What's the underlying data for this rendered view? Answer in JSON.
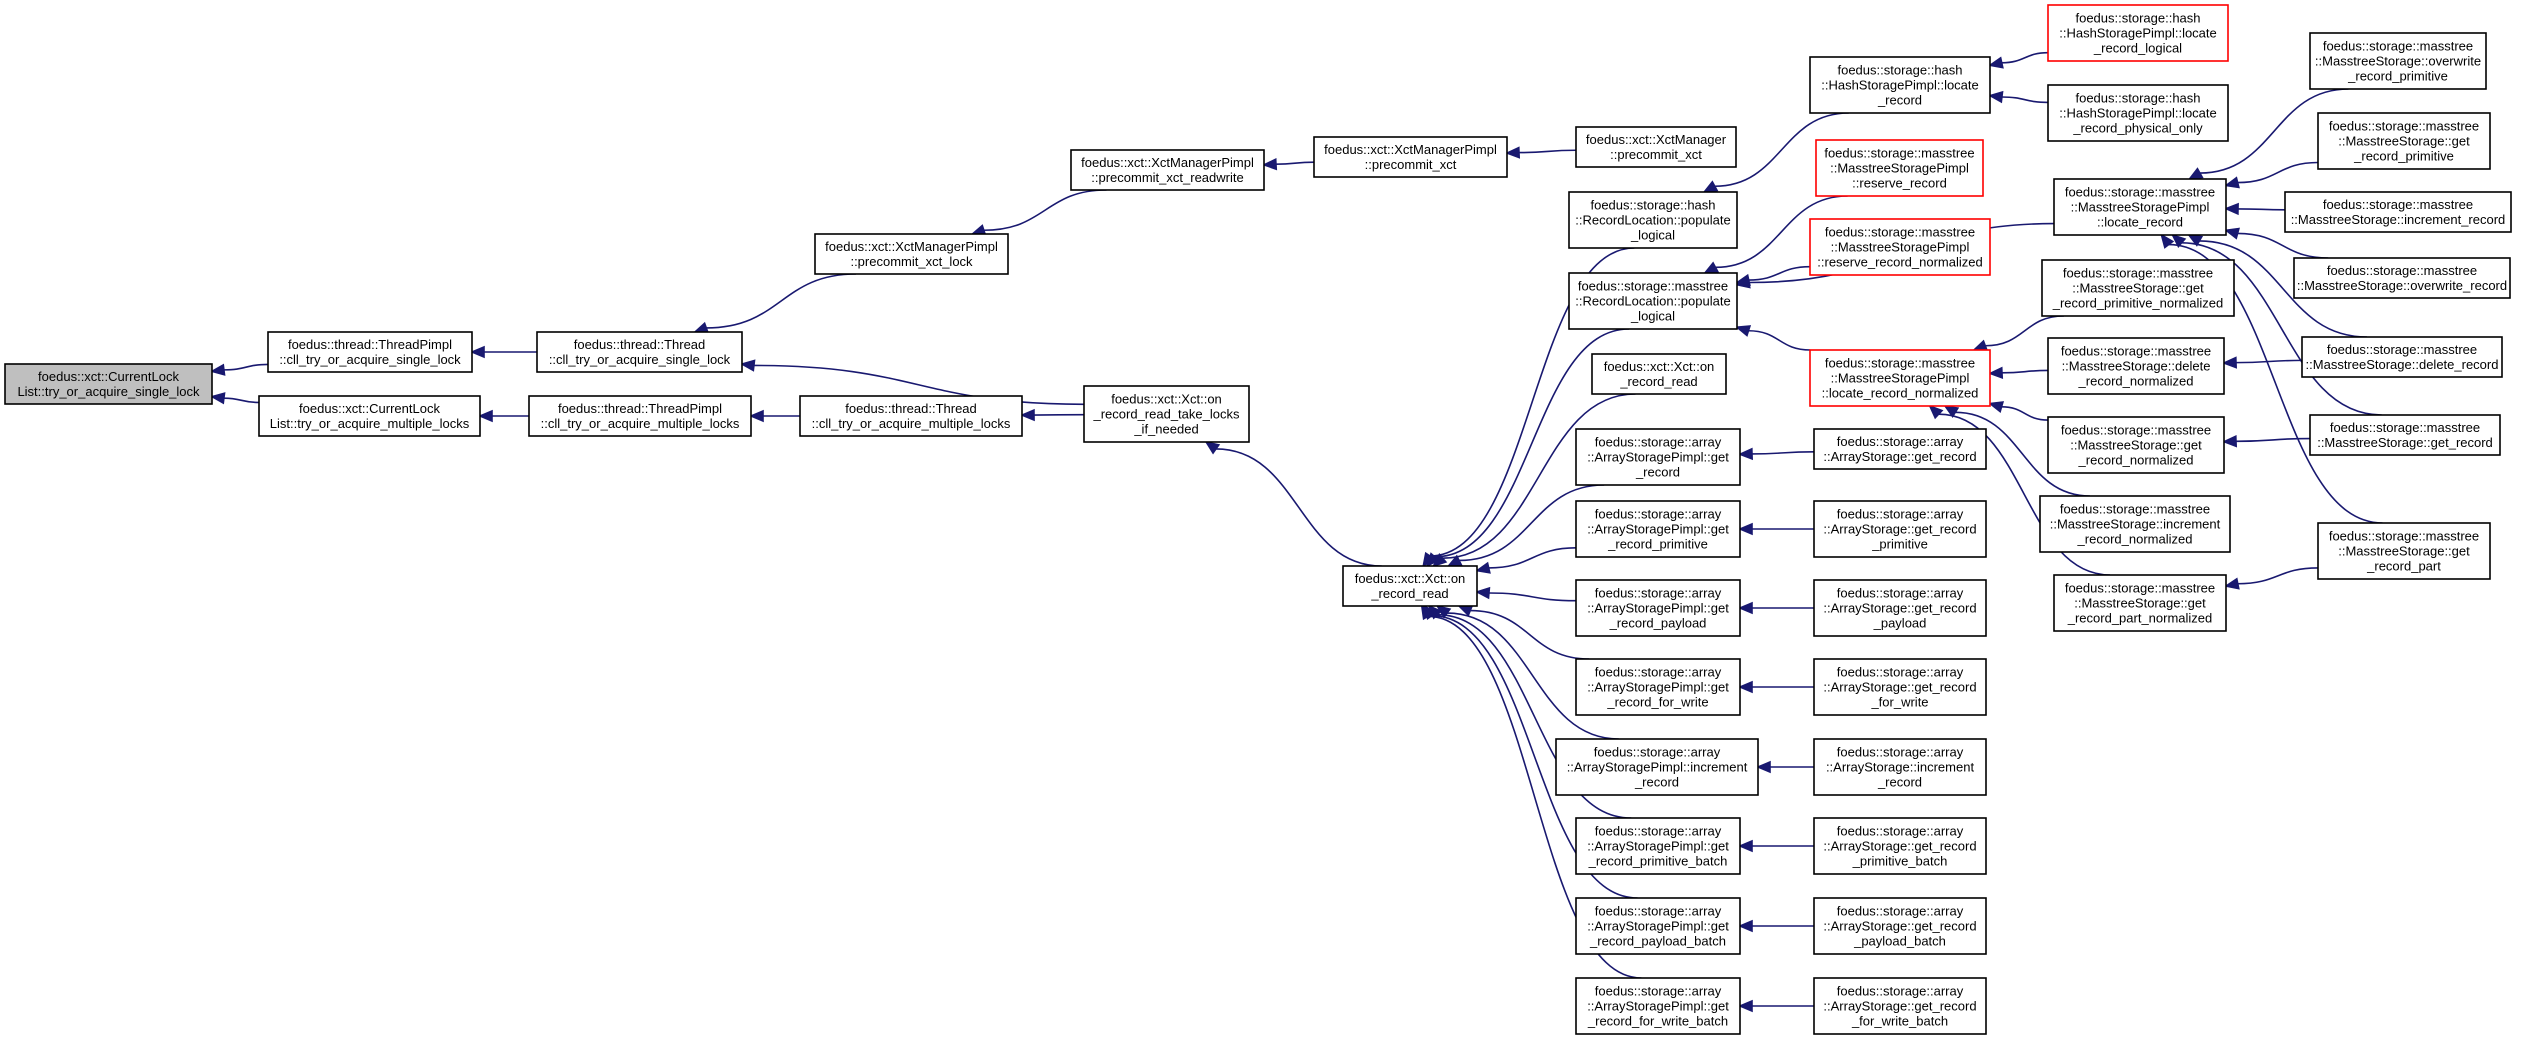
{
  "colors": {
    "edge": "#191970",
    "node_border": "#000000",
    "node_border_highlight": "#ff0000",
    "root_fill": "#bfbfbf",
    "node_fill": "#ffffff"
  },
  "nodes": {
    "root": [
      "foedus::xct::CurrentLock",
      "List::try_or_acquire_single_lock"
    ],
    "tp_cll_single": [
      "foedus::thread::ThreadPimpl",
      "::cll_try_or_acquire_single_lock"
    ],
    "cl_multiple": [
      "foedus::xct::CurrentLock",
      "List::try_or_acquire_multiple_locks"
    ],
    "t_cll_single": [
      "foedus::thread::Thread",
      "::cll_try_or_acquire_single_lock"
    ],
    "tp_cll_multiple": [
      "foedus::thread::ThreadPimpl",
      "::cll_try_or_acquire_multiple_locks"
    ],
    "t_cll_multiple": [
      "foedus::thread::Thread",
      "::cll_try_or_acquire_multiple_locks"
    ],
    "xmp_precommit_lock": [
      "foedus::xct::XctManagerPimpl",
      "::precommit_xct_lock"
    ],
    "xmp_precommit_rw": [
      "foedus::xct::XctManagerPimpl",
      "::precommit_xct_readwrite"
    ],
    "xmp_precommit": [
      "foedus::xct::XctManagerPimpl",
      "::precommit_xct"
    ],
    "xm_precommit": [
      "foedus::xct::XctManager",
      "::precommit_xct"
    ],
    "xct_take_locks": [
      "foedus::xct::Xct::on",
      "_record_read_take_locks",
      "_if_needed"
    ],
    "xct_on_record_read": [
      "foedus::xct::Xct::on",
      "_record_read"
    ],
    "rl_hash_populate": [
      "foedus::storage::hash",
      "::RecordLocation::populate",
      "_logical"
    ],
    "rl_mass_populate": [
      "foedus::storage::masstree",
      "::RecordLocation::populate",
      "_logical"
    ],
    "xct_on_record_read2": [
      "foedus::xct::Xct::on",
      "_record_read"
    ],
    "asp_get_record": [
      "foedus::storage::array",
      "::ArrayStoragePimpl::get",
      "_record"
    ],
    "asp_get_record_primitive": [
      "foedus::storage::array",
      "::ArrayStoragePimpl::get",
      "_record_primitive"
    ],
    "asp_get_record_payload": [
      "foedus::storage::array",
      "::ArrayStoragePimpl::get",
      "_record_payload"
    ],
    "asp_get_record_for_write": [
      "foedus::storage::array",
      "::ArrayStoragePimpl::get",
      "_record_for_write"
    ],
    "asp_increment_record": [
      "foedus::storage::array",
      "::ArrayStoragePimpl::increment",
      "_record"
    ],
    "asp_get_record_primitive_batch": [
      "foedus::storage::array",
      "::ArrayStoragePimpl::get",
      "_record_primitive_batch"
    ],
    "asp_get_record_payload_batch": [
      "foedus::storage::array",
      "::ArrayStoragePimpl::get",
      "_record_payload_batch"
    ],
    "asp_get_record_for_write_batch": [
      "foedus::storage::array",
      "::ArrayStoragePimpl::get",
      "_record_for_write_batch"
    ],
    "hsp_locate_record": [
      "foedus::storage::hash",
      "::HashStoragePimpl::locate",
      "_record"
    ],
    "msp_reserve_record": [
      "foedus::storage::masstree",
      "::MasstreeStoragePimpl",
      "::reserve_record"
    ],
    "msp_reserve_record_normalized": [
      "foedus::storage::masstree",
      "::MasstreeStoragePimpl",
      "::reserve_record_normalized"
    ],
    "msp_locate_record_normalized": [
      "foedus::storage::masstree",
      "::MasstreeStoragePimpl",
      "::locate_record_normalized"
    ],
    "as_get_record": [
      "foedus::storage::array",
      "::ArrayStorage::get_record"
    ],
    "as_get_record_primitive": [
      "foedus::storage::array",
      "::ArrayStorage::get_record",
      "_primitive"
    ],
    "as_get_record_payload": [
      "foedus::storage::array",
      "::ArrayStorage::get_record",
      "_payload"
    ],
    "as_get_record_for_write": [
      "foedus::storage::array",
      "::ArrayStorage::get_record",
      "_for_write"
    ],
    "as_increment_record": [
      "foedus::storage::array",
      "::ArrayStorage::increment",
      "_record"
    ],
    "as_get_record_primitive_batch": [
      "foedus::storage::array",
      "::ArrayStorage::get_record",
      "_primitive_batch"
    ],
    "as_get_record_payload_batch": [
      "foedus::storage::array",
      "::ArrayStorage::get_record",
      "_payload_batch"
    ],
    "as_get_record_for_write_batch": [
      "foedus::storage::array",
      "::ArrayStorage::get_record",
      "_for_write_batch"
    ],
    "hsp_locate_record_logical": [
      "foedus::storage::hash",
      "::HashStoragePimpl::locate",
      "_record_logical"
    ],
    "hsp_locate_record_physical_only": [
      "foedus::storage::hash",
      "::HashStoragePimpl::locate",
      "_record_physical_only"
    ],
    "msp_locate_record": [
      "foedus::storage::masstree",
      "::MasstreeStoragePimpl",
      "::locate_record"
    ],
    "ms_get_record_primitive_normalized": [
      "foedus::storage::masstree",
      "::MasstreeStorage::get",
      "_record_primitive_normalized"
    ],
    "ms_delete_record_normalized": [
      "foedus::storage::masstree",
      "::MasstreeStorage::delete",
      "_record_normalized"
    ],
    "ms_get_record_normalized": [
      "foedus::storage::masstree",
      "::MasstreeStorage::get",
      "_record_normalized"
    ],
    "ms_increment_record_normalized": [
      "foedus::storage::masstree",
      "::MasstreeStorage::increment",
      "_record_normalized"
    ],
    "ms_get_record_part_normalized": [
      "foedus::storage::masstree",
      "::MasstreeStorage::get",
      "_record_part_normalized"
    ],
    "ms_overwrite_record_primitive": [
      "foedus::storage::masstree",
      "::MasstreeStorage::overwrite",
      "_record_primitive"
    ],
    "ms_get_record_primitive": [
      "foedus::storage::masstree",
      "::MasstreeStorage::get",
      "_record_primitive"
    ],
    "ms_increment_record": [
      "foedus::storage::masstree",
      "::MasstreeStorage::increment_record"
    ],
    "ms_overwrite_record": [
      "foedus::storage::masstree",
      "::MasstreeStorage::overwrite_record"
    ],
    "ms_delete_record": [
      "foedus::storage::masstree",
      "::MasstreeStorage::delete_record"
    ],
    "ms_get_record": [
      "foedus::storage::masstree",
      "::MasstreeStorage::get_record"
    ],
    "ms_get_record_part": [
      "foedus::storage::masstree",
      "::MasstreeStorage::get",
      "_record_part"
    ]
  }
}
